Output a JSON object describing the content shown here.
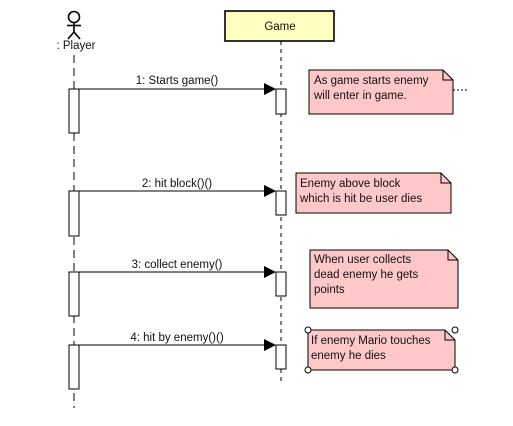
{
  "lifelines": {
    "player": {
      "label": ": Player"
    },
    "game": {
      "label": "Game"
    }
  },
  "messages": [
    {
      "label": "1: Starts game()"
    },
    {
      "label": "2: hit block()()"
    },
    {
      "label": "3: collect enemy()"
    },
    {
      "label": "4: hit by enemy()()"
    }
  ],
  "notes": [
    {
      "lines": [
        "As game starts enemy",
        "will enter in game."
      ]
    },
    {
      "lines": [
        "Enemy above block",
        "which is hit be user dies"
      ]
    },
    {
      "lines": [
        "When user collects",
        "dead enemy he gets",
        "points"
      ]
    },
    {
      "lines": [
        "If enemy Mario touches",
        "enemy he dies"
      ]
    }
  ],
  "colors": {
    "game_box_fill": "#FFFFC0",
    "note_fill": "#FFC8C8",
    "line": "#000000"
  }
}
